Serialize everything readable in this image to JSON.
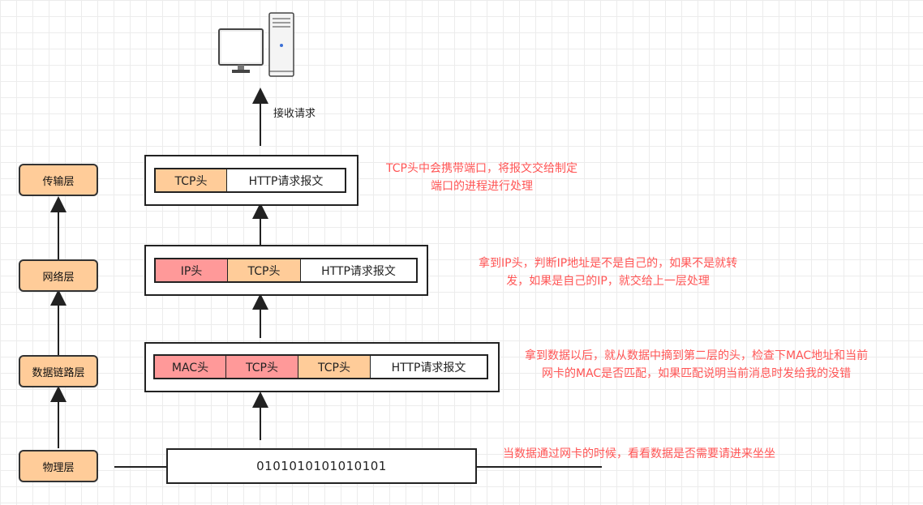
{
  "layers": {
    "transport": "传输层",
    "network": "网络层",
    "datalink": "数据链路层",
    "physical": "物理层"
  },
  "top_label": "接收请求",
  "packets": {
    "transport": [
      "TCP头",
      "HTTP请求报文"
    ],
    "network": [
      "IP头",
      "TCP头",
      "HTTP请求报文"
    ],
    "datalink": [
      "MAC头",
      "TCP头",
      "TCP头",
      "HTTP请求报文"
    ]
  },
  "bits": "0101010101010101",
  "notes": {
    "transport": [
      "TCP头中会携带端口，将报文交给制定",
      "端口的进程进行处理"
    ],
    "network": [
      "拿到IP头，判断IP地址是不是自己的，如果不是就转",
      "发，如果是自己的IP，就交给上一层处理"
    ],
    "datalink": [
      "拿到数据以后，就从数据中摘到第二层的头，检查下MAC地址和当前",
      "网卡的MAC是否匹配，如果匹配说明当前消息时发给我的没错"
    ],
    "physical": [
      "当数据通过网卡的时候，看看数据是否需要请进来坐坐"
    ]
  },
  "colors": {
    "layer_fill": "#ffcc99",
    "header_red": "#ff9999",
    "header_orange": "#ffcc99",
    "note_text": "#ff5555"
  },
  "icons": [
    "computer-icon"
  ]
}
